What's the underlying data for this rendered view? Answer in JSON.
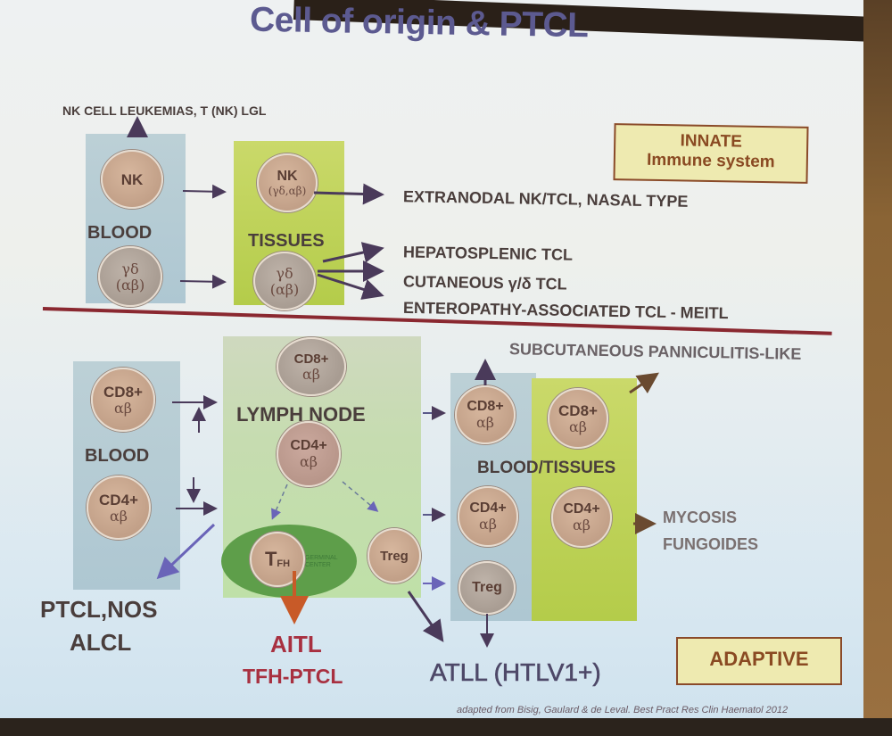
{
  "slide": {
    "title": "Cell of origin & PTCL",
    "citation": "adapted from Bisig, Gaulard & de Leval. Best Pract Res Clin Haematol 2012"
  },
  "innate": {
    "tag_line1": "INNATE",
    "tag_line2": "Immune system",
    "top_outcome": "NK CELL LEUKEMIAS, T (NK) LGL",
    "blood_label": "BLOOD",
    "tissues_label": "TISSUES",
    "blood_cells": [
      {
        "name": "NK",
        "sub": ""
      },
      {
        "name": "γδ",
        "sub": "(αβ)"
      }
    ],
    "tissue_cells": [
      {
        "name": "NK",
        "sub": "(γδ,αβ)"
      },
      {
        "name": "γδ",
        "sub": "(αβ)"
      }
    ],
    "outcomes": [
      "EXTRANODAL NK/TCL, NASAL TYPE",
      "HEPATOSPLENIC TCL",
      "CUTANEOUS γ/δ TCL",
      "ENTEROPATHY-ASSOCIATED TCL - MEITL"
    ]
  },
  "adaptive": {
    "tag": "ADAPTIVE",
    "blood_label": "BLOOD",
    "lymph_node_label": "LYMPH NODE",
    "blood_tissues_label": "BLOOD/TISSUES",
    "germinal_center_label": "GERMINAL CENTER",
    "blood_cells": [
      {
        "name": "CD8+",
        "sub": "αβ"
      },
      {
        "name": "CD4+",
        "sub": "αβ"
      }
    ],
    "lymph_node_cells": [
      {
        "name": "CD8+",
        "sub": "αβ"
      },
      {
        "name": "CD4+",
        "sub": "αβ"
      },
      {
        "name": "T",
        "subscript": "FH"
      },
      {
        "name": "Treg",
        "sub": ""
      }
    ],
    "blood_tissue_cells": [
      {
        "name": "CD8+",
        "sub": "αβ"
      },
      {
        "name": "CD4+",
        "sub": "αβ"
      },
      {
        "name": "Treg",
        "sub": ""
      }
    ],
    "tissue_cells": [
      {
        "name": "CD8+",
        "sub": "αβ"
      },
      {
        "name": "CD4+",
        "sub": "αβ"
      }
    ],
    "outcomes": {
      "subcutaneous": "SUBCUTANEOUS PANNICULITIS-LIKE",
      "mycosis_line1": "MYCOSIS",
      "mycosis_line2": "FUNGOIDES",
      "ptcl_line1": "PTCL,NOS",
      "ptcl_line2": "ALCL",
      "aitl_line1": "AITL",
      "aitl_line2": "TFH-PTCL",
      "atll": "ATLL (HTLV1+)"
    }
  },
  "colors": {
    "title": "#5c5a90",
    "divider": "#8a2830",
    "tag_border": "#8a4a2a",
    "tag_fill": "#eeeab0",
    "aitl_text": "#a83040",
    "arrow_dark": "#4a3a5a",
    "arrow_blue": "#6a64b8",
    "arrow_orange": "#c85a28"
  }
}
